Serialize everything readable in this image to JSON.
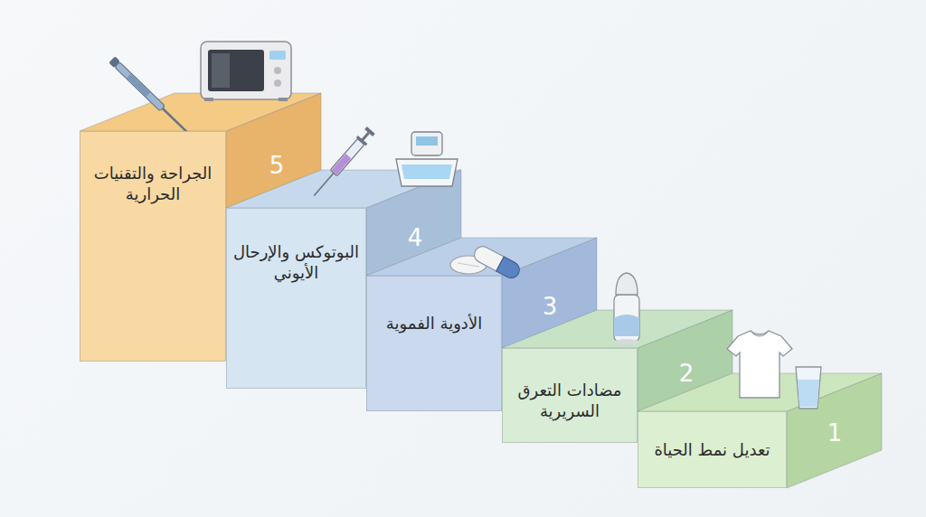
{
  "diagram": {
    "nodes": [
      {
        "text": [
          "تعديل نمط الحياة",
          "1"
        ]
      },
      {
        "text": [
          "مضادات التعرق السريرية",
          "2"
        ]
      },
      {
        "text": [
          "الأدوية الفموية",
          "3"
        ]
      },
      {
        "text": [
          "البوتوكس والإرحال الأيوني",
          "4"
        ]
      },
      {
        "text": [
          "الجراحة والتقنيات الحرارية",
          "5"
        ]
      }
    ]
  }
}
